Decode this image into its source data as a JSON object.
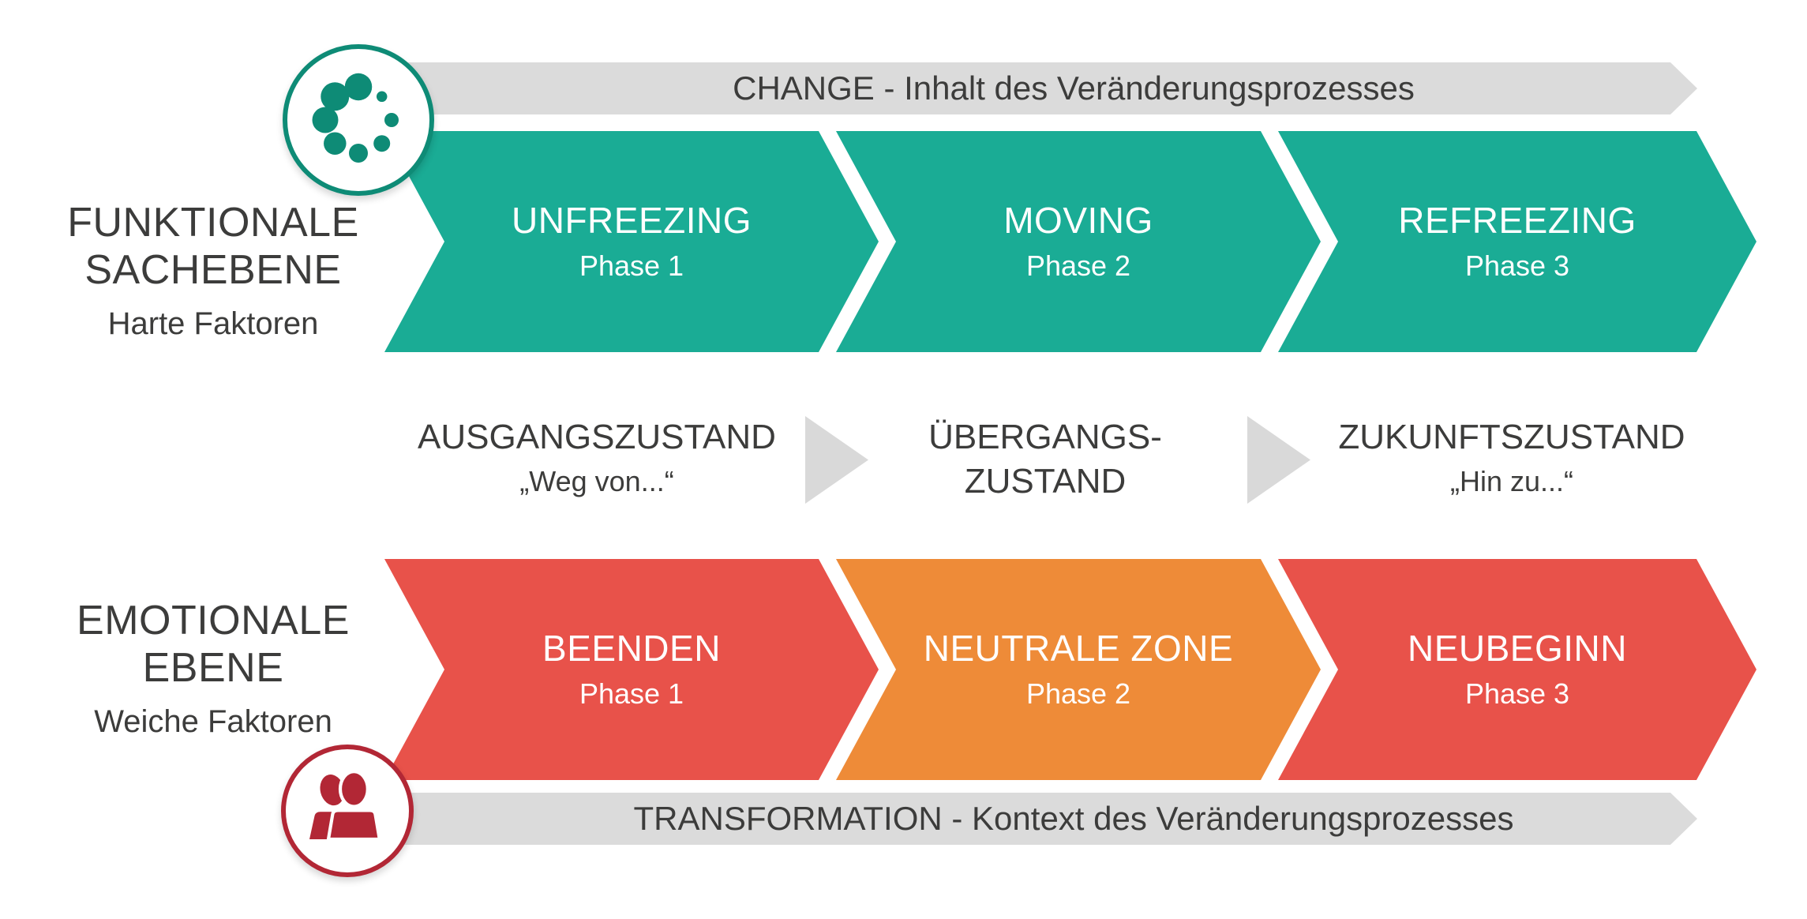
{
  "palette": {
    "teal": "#1AAC95",
    "teal_dark": "#0E8B76",
    "red": "#E8524A",
    "orange": "#EE8B38",
    "crimson": "#B22735",
    "banner_gray": "#DBDBDB",
    "triangle_gray": "#D9D9D9",
    "text_dark": "#3C3C3B",
    "arrow_text": "#FFFFFF"
  },
  "icons": {
    "top": "spinner-dots-icon",
    "bottom": "people-icon"
  },
  "header_banner": {
    "label": "CHANGE - Inhalt des Veränderungsprozesses"
  },
  "footer_banner": {
    "label": "TRANSFORMATION - Kontext des Veränderungsprozesses"
  },
  "left_labels": {
    "functional": {
      "line1": "FUNKTIONALE",
      "line2": "SACHEBENE",
      "subtitle": "Harte Faktoren"
    },
    "emotional": {
      "line1": "EMOTIONALE",
      "line2": "EBENE",
      "subtitle": "Weiche Faktoren"
    }
  },
  "change_phases": [
    {
      "name": "UNFREEZING",
      "phase": "Phase 1"
    },
    {
      "name": "MOVING",
      "phase": "Phase 2"
    },
    {
      "name": "REFREEZING",
      "phase": "Phase 3"
    }
  ],
  "states": [
    {
      "line1": "AUSGANGSZUSTAND",
      "line2": "",
      "quote": "„Weg von...“"
    },
    {
      "line1": "ÜBERGANGS-",
      "line2": "ZUSTAND",
      "quote": ""
    },
    {
      "line1": "ZUKUNFTSZUSTAND",
      "line2": "",
      "quote": "„Hin zu...“"
    }
  ],
  "transformation_phases": [
    {
      "name": "BEENDEN",
      "phase": "Phase 1"
    },
    {
      "name": "NEUTRALE ZONE",
      "phase": "Phase 2"
    },
    {
      "name": "NEUBEGINN",
      "phase": "Phase 3"
    }
  ]
}
